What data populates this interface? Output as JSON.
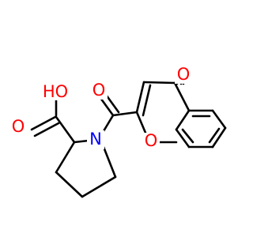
{
  "molecule": {
    "labels": {
      "carboxyl_oh": "HO",
      "carboxyl_o": "O",
      "nitrogen": "N",
      "amide_o": "O",
      "ketone_o": "O",
      "ring_o": "O"
    }
  },
  "colors": {
    "carbon": "#000000",
    "oxygen": "#ff0000",
    "nitrogen": "#0000ff",
    "background": "#ffffff"
  }
}
